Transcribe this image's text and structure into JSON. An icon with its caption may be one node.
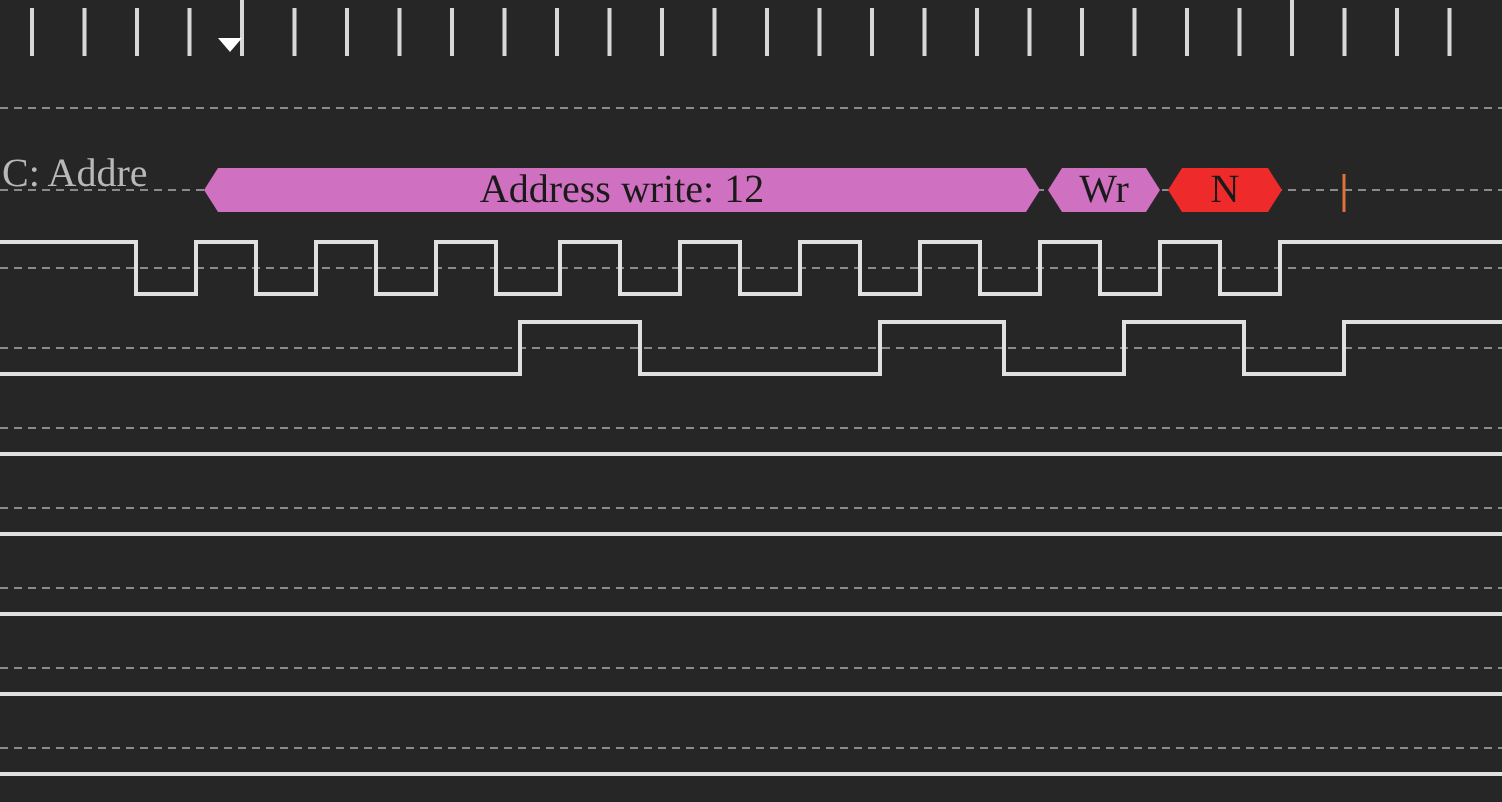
{
  "diagram": {
    "labels": [
      "C: Addre",
      "Address write: 12",
      "Wr",
      "N"
    ]
  }
}
